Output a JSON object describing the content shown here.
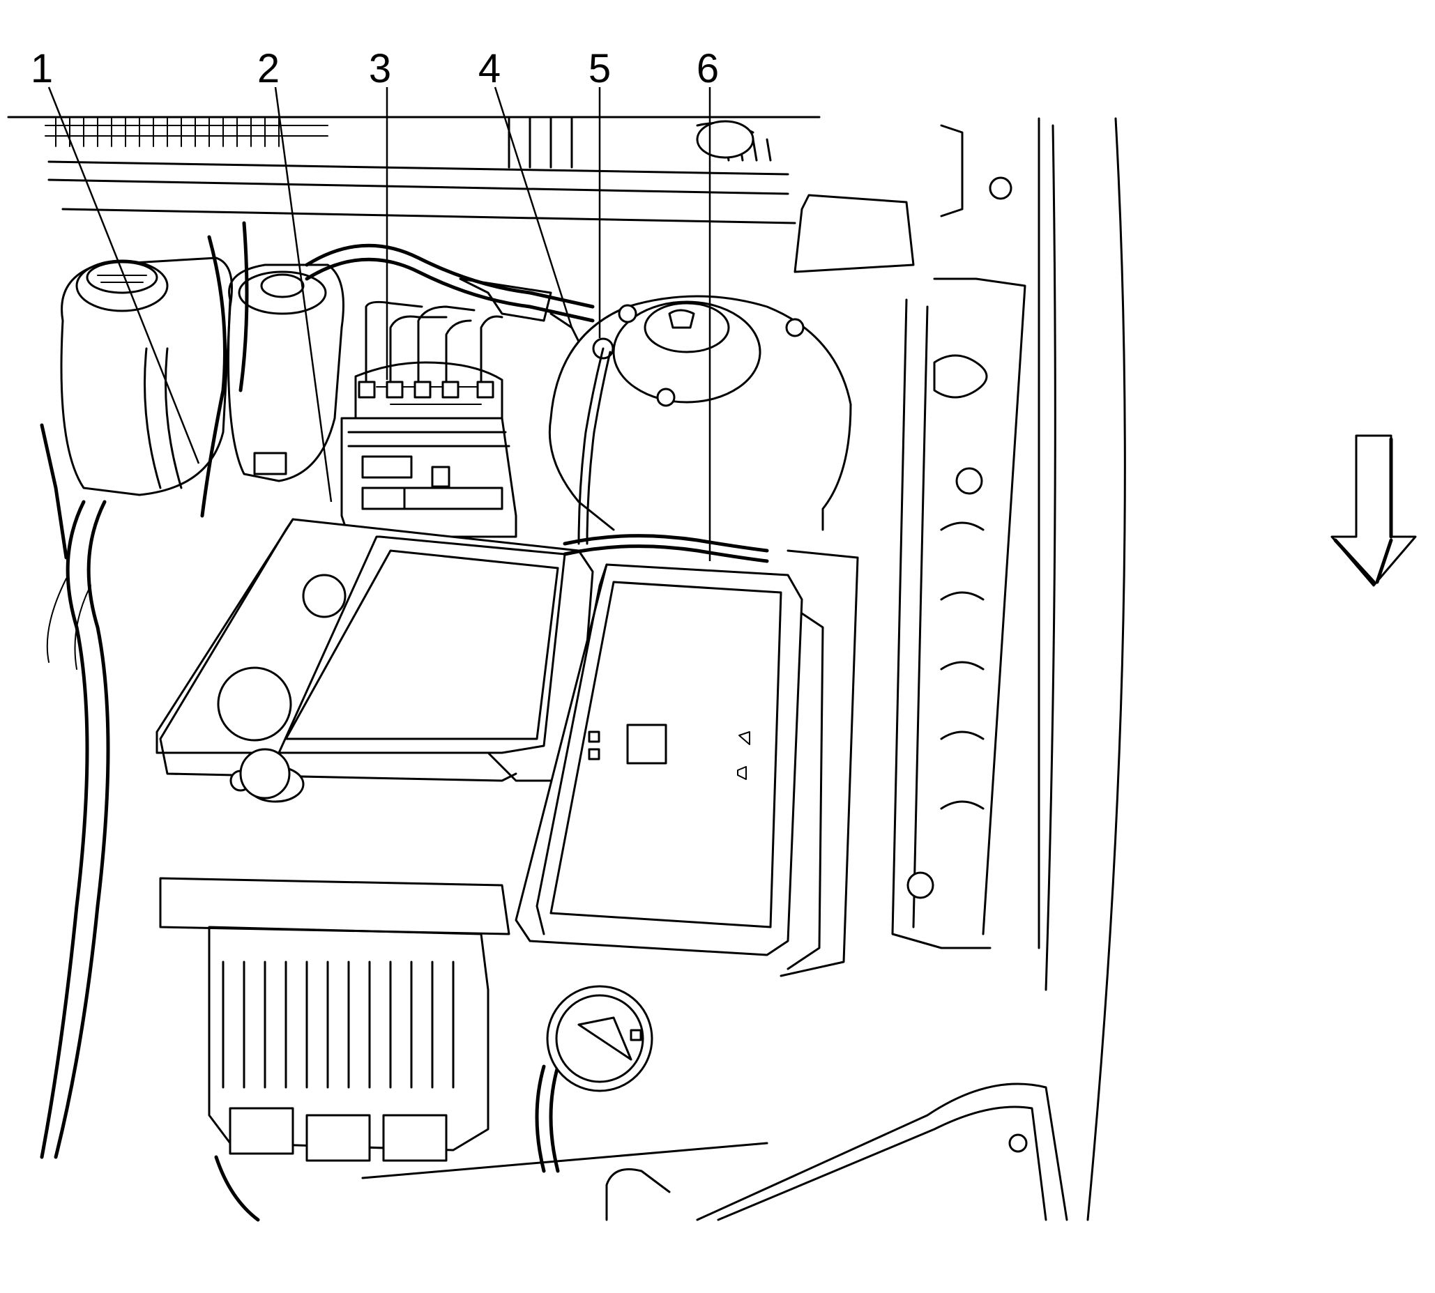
{
  "callouts": [
    {
      "id": "1",
      "label": "1"
    },
    {
      "id": "2",
      "label": "2"
    },
    {
      "id": "3",
      "label": "3"
    },
    {
      "id": "4",
      "label": "4"
    },
    {
      "id": "5",
      "label": "5"
    },
    {
      "id": "6",
      "label": "6"
    }
  ],
  "direction_arrow": {
    "icon": "down-arrow-icon",
    "meaning": "vehicle front"
  },
  "colors": {
    "line": "#000000",
    "background": "#ffffff"
  }
}
